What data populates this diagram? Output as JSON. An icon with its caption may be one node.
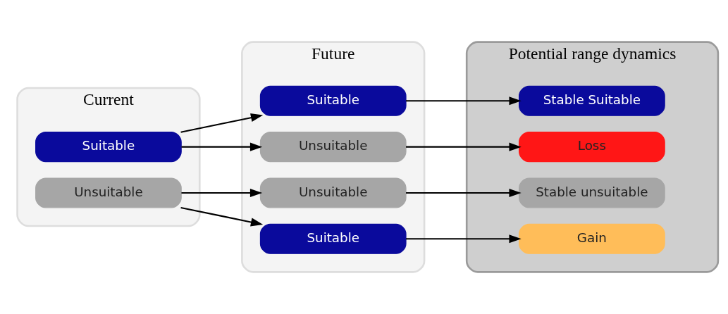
{
  "diagram": {
    "nodes": [
      {
        "text": [
          "Current"
        ]
      },
      {
        "text": [
          "Suitable"
        ],
        "in": 0
      },
      {
        "text": [
          "Unsuitable"
        ],
        "in": 0
      },
      {
        "text": [
          "Future"
        ]
      },
      {
        "text": [
          "Suitable"
        ],
        "in": 3
      },
      {
        "text": [
          "Suitable"
        ],
        "in": 3
      },
      {
        "text": [
          "Unsuitable"
        ],
        "in": 3
      },
      {
        "text": [
          "Unsuitable"
        ],
        "in": 3
      },
      {
        "text": [
          "Potential range dynamics"
        ]
      },
      {
        "text": [
          "Stable Suitable"
        ],
        "in": 8
      },
      {
        "text": [
          "Gain"
        ],
        "in": 8
      },
      {
        "text": [
          "Loss"
        ],
        "in": 8
      },
      {
        "text": [
          "Stable unsuitable"
        ],
        "in": 8
      }
    ],
    "edges": [
      {
        "from": 1,
        "to": 4,
        "arrow": "to"
      },
      {
        "from": 1,
        "to": 6,
        "arrow": "to"
      },
      {
        "from": 2,
        "to": 5,
        "arrow": "to"
      },
      {
        "from": 2,
        "to": 7,
        "arrow": "to"
      },
      {
        "from": 4,
        "to": 9,
        "arrow": "to"
      },
      {
        "from": 5,
        "to": 10,
        "arrow": "to"
      },
      {
        "from": 6,
        "to": 11,
        "arrow": "to"
      },
      {
        "from": 7,
        "to": 12,
        "arrow": "to"
      }
    ]
  }
}
